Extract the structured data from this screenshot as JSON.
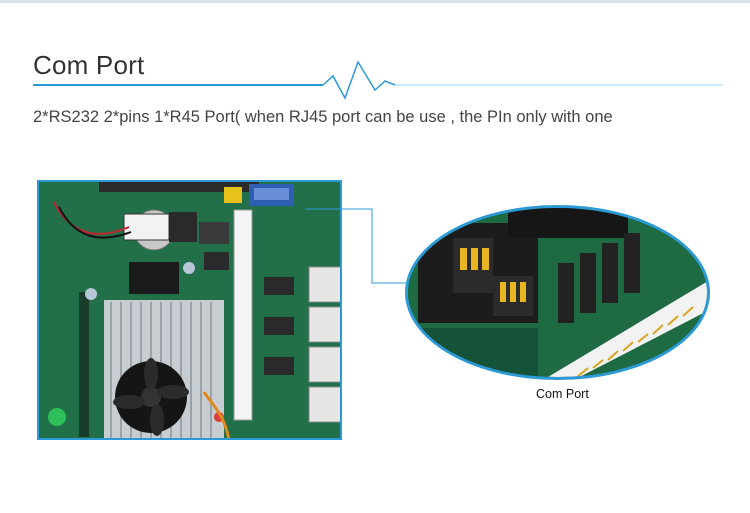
{
  "section": {
    "title": "Com Port",
    "description": "2*RS232  2*pins  1*R45 Port( when RJ45 port can be use , the PIn only with one"
  },
  "zoom": {
    "caption": "Com Port"
  },
  "colors": {
    "accent": "#2c9ad7",
    "pcb_green": "#1f6b42",
    "title_text": "#333333"
  }
}
